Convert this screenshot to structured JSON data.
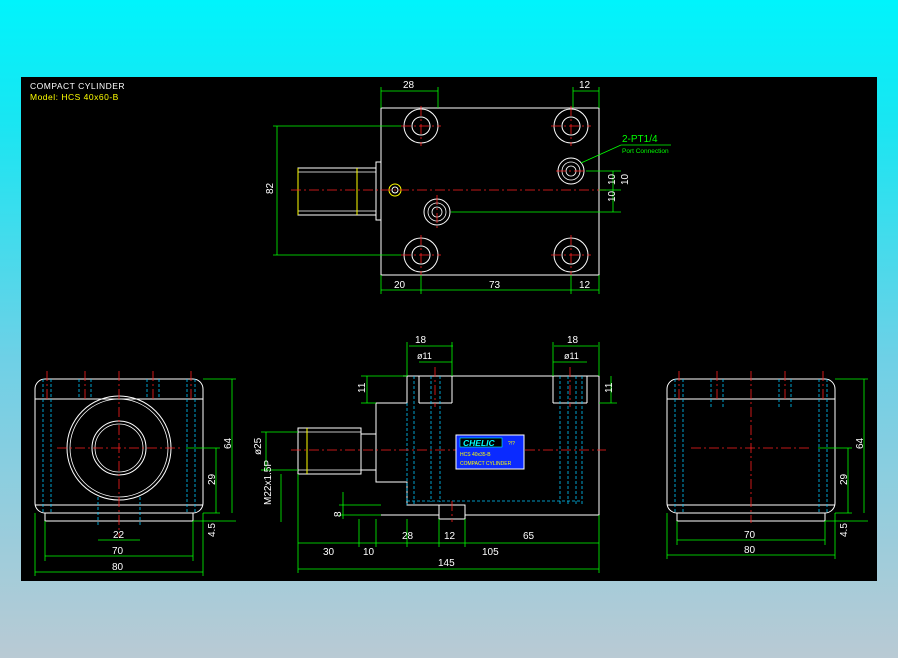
{
  "title_block": {
    "title": "COMPACT CYLINDER",
    "model": "Model: HCS 40x60-B"
  },
  "nameplate": {
    "brand": "CHELIC",
    "brand_suffix": "?!?",
    "model": "HCS 40x35-B",
    "product": "COMPACT CYLINDER"
  },
  "callouts": {
    "port_label": "2-PT1/4",
    "port_sub": "Port Connection"
  },
  "dimensions": {
    "top_28": "28",
    "top_12": "12",
    "top_82": "82",
    "top_10a": "10",
    "top_10b": "10",
    "top_10c": "10",
    "top_20": "20",
    "top_73": "73",
    "top_12b": "12",
    "side_18a": "18",
    "side_18b": "18",
    "side_d11a": "ø11",
    "side_d11b": "ø11",
    "side_11a": "11",
    "side_11b": "11",
    "side_d25": "ø25",
    "side_m22": "M22x1.5P",
    "side_8": "8",
    "side_30": "30",
    "side_10": "10",
    "side_28": "28",
    "side_12": "12",
    "side_65": "65",
    "side_105": "105",
    "side_145": "145",
    "left_64": "64",
    "left_29": "29",
    "left_4_5": "4.5",
    "left_22": "22",
    "left_70": "70",
    "left_80": "80",
    "right_64": "64",
    "right_29": "29",
    "right_4_5": "4.5",
    "right_70": "70",
    "right_80": "80"
  },
  "colors": {
    "background_top": "#00f4fc",
    "background_bottom": "#b9cad4",
    "drawing_bg": "#000000",
    "outline": "#ffffff",
    "dimension": "#00ff00",
    "centerline": "#ff2020",
    "hidden": "#00c8ff",
    "title_text": "#ffffff",
    "model_text": "#ffff00",
    "plate": "#0a2aff"
  }
}
